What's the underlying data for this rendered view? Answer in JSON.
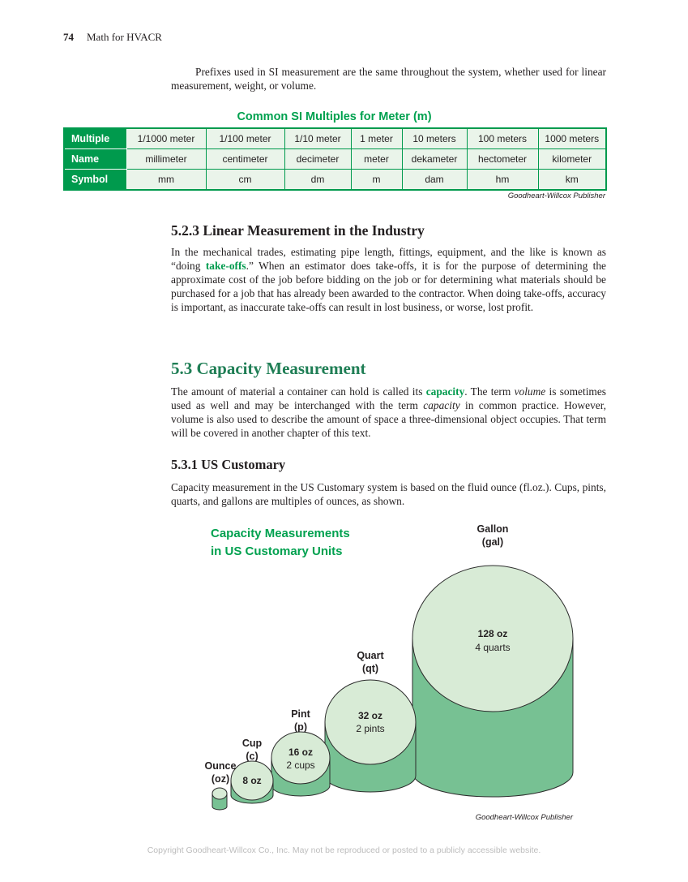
{
  "header": {
    "page_number": "74",
    "book_title": "Math for HVACR"
  },
  "intro": "Prefixes used in SI measurement are the same throughout the system, whether used for linear measurement, weight, or volume.",
  "si_table": {
    "title": "Common SI Multiples for Meter (m)",
    "credit": "Goodheart-Willcox Publisher",
    "rows": [
      {
        "label": "Multiple",
        "cells": [
          "1/1000 meter",
          "1/100 meter",
          "1/10 meter",
          "1 meter",
          "10 meters",
          "100 meters",
          "1000 meters"
        ]
      },
      {
        "label": "Name",
        "cells": [
          "millimeter",
          "centimeter",
          "decimeter",
          "meter",
          "dekameter",
          "hectometer",
          "kilometer"
        ]
      },
      {
        "label": "Symbol",
        "cells": [
          "mm",
          "cm",
          "dm",
          "m",
          "dam",
          "hm",
          "km"
        ]
      }
    ]
  },
  "section_523": {
    "heading": "5.2.3 Linear Measurement in the Industry",
    "p1": "In the mechanical trades, estimating pipe length, fittings, equipment, and the like is known as “doing ",
    "term": "take-offs",
    "p2": ".” When an estimator does take-offs, it is for the purpose of determining the approximate cost of the job before bidding on the job or for determining what materials should be purchased for a job that has already been awarded to the contractor. When doing take-offs, accuracy is important, as inaccurate take-offs can result in lost business, or worse, lost profit."
  },
  "section_53": {
    "heading": "5.3 Capacity Measurement",
    "p1": "The amount of material a container can hold is called its ",
    "term": "capacity",
    "p2": ". The term ",
    "em1": "volume",
    "p3": " is sometimes used as well and may be interchanged with the term ",
    "em2": "capacity",
    "p4": " in common practice. However, volume is also used to describe the amount of space a three-dimensional object occupies. That term will be covered in another chapter of this text."
  },
  "section_531": {
    "heading": "5.3.1 US Customary",
    "para": "Capacity measurement in the US Customary system is based on the fluid ounce (fl.oz.). Cups, pints, quarts, and gallons are multiples of ounces, as shown."
  },
  "figure": {
    "title_line1": "Capacity Measurements",
    "title_line2": "in US Customary Units",
    "credit": "Goodheart-Willcox Publisher",
    "containers": [
      {
        "name": "Ounce",
        "abbr": "(oz)"
      },
      {
        "name": "Cup",
        "abbr": "(c)",
        "value": "8 oz"
      },
      {
        "name": "Pint",
        "abbr": "(p)",
        "value": "16 oz",
        "sub": "2 cups"
      },
      {
        "name": "Quart",
        "abbr": "(qt)",
        "value": "32 oz",
        "sub": "2 pints"
      },
      {
        "name": "Gallon",
        "abbr": "(gal)",
        "value": "128 oz",
        "sub": "4 quarts"
      }
    ]
  },
  "footer": "Copyright Goodheart-Willcox Co., Inc. May not be reproduced or posted to a publicly accessible website.",
  "colors": {
    "accent_green": "#00A14F",
    "heading_green": "#1F7E55",
    "table_header_bg": "#009A4D",
    "table_body_bg": "#EAF4EA",
    "cylinder_top_fill": "#D8EBD6",
    "cylinder_body_fill": "#77C193"
  }
}
